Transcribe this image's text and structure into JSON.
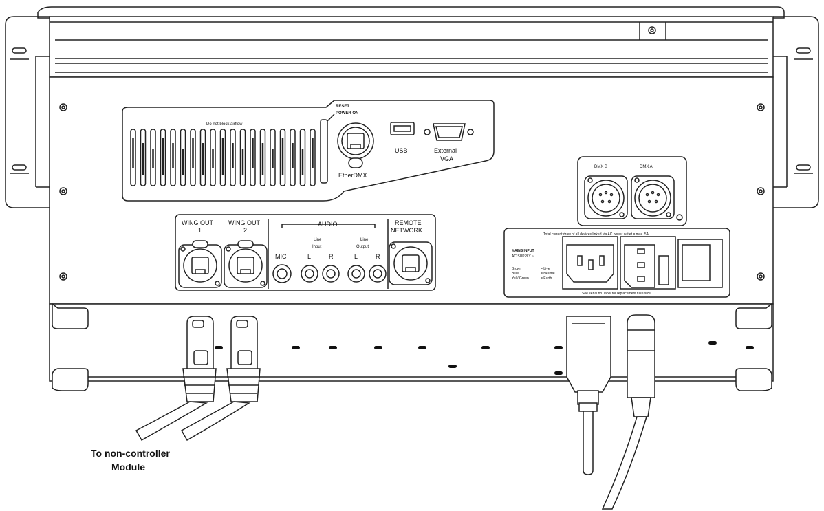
{
  "panel": {
    "airflow_note": "Do not block airflow",
    "reset_label": "RESET",
    "power_on_label": "POWER ON",
    "etherdmx_label": "EtherDMX",
    "usb_label": "USB",
    "vga_label_1": "External",
    "vga_label_2": "VGA",
    "dmx_b_label": "DMX B",
    "dmx_a_label": "DMX A",
    "wing_out_1_label_1": "WING OUT",
    "wing_out_1_label_2": "1",
    "wing_out_2_label_1": "WING OUT",
    "wing_out_2_label_2": "2",
    "audio_label": "AUDIO",
    "line_input_label_1": "Line",
    "line_input_label_2": "Input",
    "line_output_label_1": "Line",
    "line_output_label_2": "Output",
    "mic_label": "MIC",
    "l_label": "L",
    "r_label": "R",
    "remote_label_1": "REMOTE",
    "remote_label_2": "NETWORK",
    "current_note": "Total current draw of all devices linked via AC power outlet = max. 5A",
    "mains_input_label": "MAINS INPUT",
    "ac_supply_label": "AC SUPPLY ~",
    "wiring_brown": "Brown",
    "wiring_brown_value": "= Live",
    "wiring_blue": "Blue",
    "wiring_blue_value": "= Neutral",
    "wiring_green": "Yel / Green",
    "wiring_green_value": "= Earth",
    "fuse_note": "See serial no. label for replacement fuse size"
  },
  "caption": {
    "line_1": "To non-controller",
    "line_2": "Module"
  },
  "colors": {
    "stroke": "#222222",
    "background": "#ffffff",
    "fill_light": "#f6f6f6"
  }
}
